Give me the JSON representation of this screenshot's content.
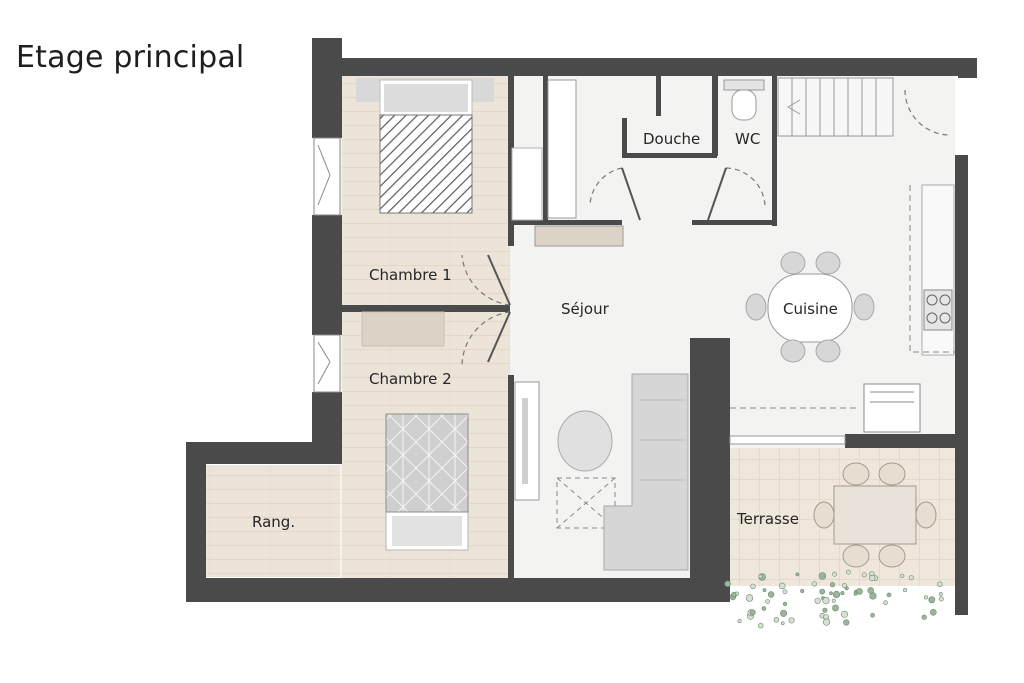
{
  "title": "Etage principal",
  "rooms": {
    "chambre1": "Chambre 1",
    "chambre2": "Chambre 2",
    "douche": "Douche",
    "wc": "WC",
    "sejour": "Séjour",
    "cuisine": "Cuisine",
    "terrasse": "Terrasse",
    "rangement": "Rang."
  },
  "colors": {
    "wall": "#4a4a4a",
    "floor": "#f2f2f1",
    "wood": "#ece3d8",
    "terrace": "#efe6db",
    "furniture": "#d9d9d9",
    "line": "#8a8a8a"
  }
}
